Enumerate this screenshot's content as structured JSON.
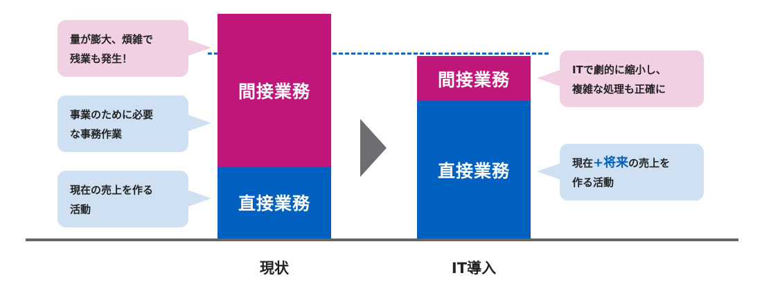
{
  "columns": [
    {
      "label": "現状",
      "indirect": "間接業務",
      "direct": "直接業務"
    },
    {
      "label": "IT導入",
      "indirect": "間接業務",
      "direct": "直接業務"
    }
  ],
  "callouts_left": [
    {
      "line1": "量が膨大、煩雑で",
      "line2": "残業も発生！"
    },
    {
      "line1": "事業のために必要",
      "line2": "な事務作業"
    },
    {
      "line1": "現在の売上を作る",
      "line2": "活動"
    }
  ],
  "callouts_right": [
    {
      "line1": "ITで劇的に縮小し、",
      "line2": "複雑な処理も正確に"
    },
    {
      "pre": "現在",
      "accent": "+将来",
      "post": "の売上を",
      "line2": "作る活動"
    }
  ],
  "colors": {
    "indirect": "#c0157a",
    "direct": "#0060c0",
    "pink_bubble": "#f2d0e4",
    "blue_bubble": "#cfe0f3",
    "arrow": "#6d6e71"
  }
}
